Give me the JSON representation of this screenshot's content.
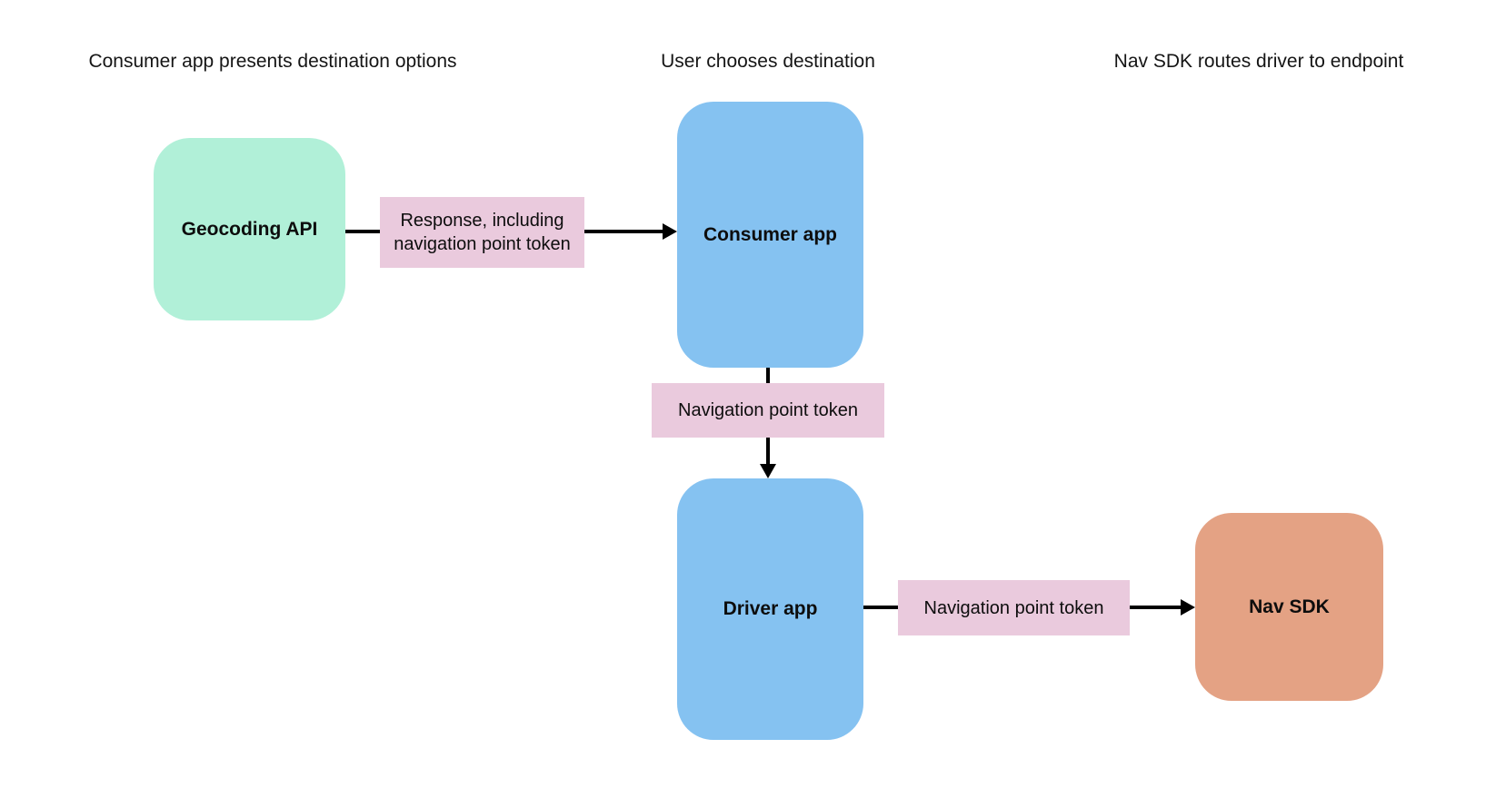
{
  "diagram": {
    "headers": [
      {
        "text": "Consumer app presents destination options"
      },
      {
        "text": "User chooses destination"
      },
      {
        "text": "Nav SDK routes driver to endpoint"
      }
    ],
    "nodes": [
      {
        "id": "geocoding-api",
        "label": "Geocoding API",
        "color": "#B1F0D8"
      },
      {
        "id": "consumer-app",
        "label": "Consumer app",
        "color": "#85C2F1"
      },
      {
        "id": "driver-app",
        "label": "Driver app",
        "color": "#85C2F1"
      },
      {
        "id": "nav-sdk",
        "label": "Nav SDK",
        "color": "#E4A284"
      }
    ],
    "edges": [
      {
        "from": "geocoding-api",
        "to": "consumer-app",
        "label": "Response, including navigation point token"
      },
      {
        "from": "consumer-app",
        "to": "driver-app",
        "label": "Navigation point token"
      },
      {
        "from": "driver-app",
        "to": "nav-sdk",
        "label": "Navigation point token"
      }
    ],
    "colors": {
      "edge_label_background": "#EACADD",
      "arrow": "#000000",
      "background": "#FFFFFF",
      "text": "#0D0D0D"
    }
  }
}
